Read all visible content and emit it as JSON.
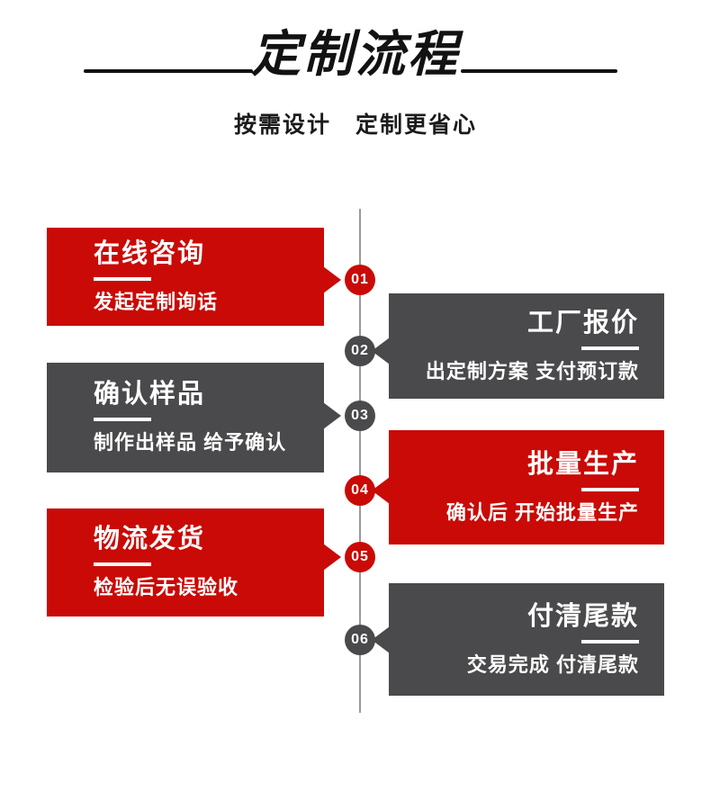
{
  "header": {
    "title": "定制流程",
    "subtitle": "按需设计　定制更省心"
  },
  "steps": [
    {
      "number": "01",
      "title": "在线咨询",
      "description": "发起定制询话",
      "color": "red"
    },
    {
      "number": "02",
      "title": "工厂报价",
      "description": "出定制方案 支付预订款",
      "color": "dark"
    },
    {
      "number": "03",
      "title": "确认样品",
      "description": "制作出样品 给予确认",
      "color": "dark"
    },
    {
      "number": "04",
      "title": "批量生产",
      "description": "确认后 开始批量生产",
      "color": "red"
    },
    {
      "number": "05",
      "title": "物流发货",
      "description": "检验后无误验收",
      "color": "red"
    },
    {
      "number": "06",
      "title": "付清尾款",
      "description": "交易完成 付清尾款",
      "color": "dark"
    }
  ],
  "colors": {
    "red": "#c90a06",
    "dark": "#4a4a4c",
    "timeline": "#9a9a9a",
    "heading": "#121212"
  }
}
